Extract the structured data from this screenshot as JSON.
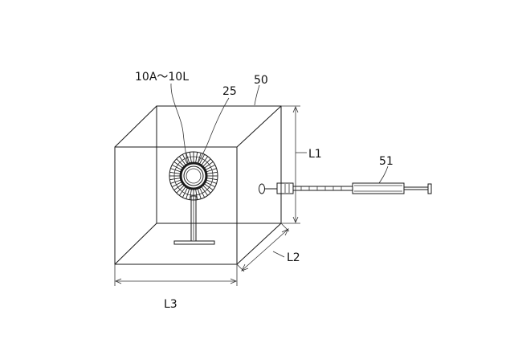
{
  "labels": {
    "sample": "10A～10L",
    "holder": "25",
    "chamber": "50",
    "injector": "51",
    "height": "L1",
    "depth": "L2",
    "width": "L3"
  }
}
